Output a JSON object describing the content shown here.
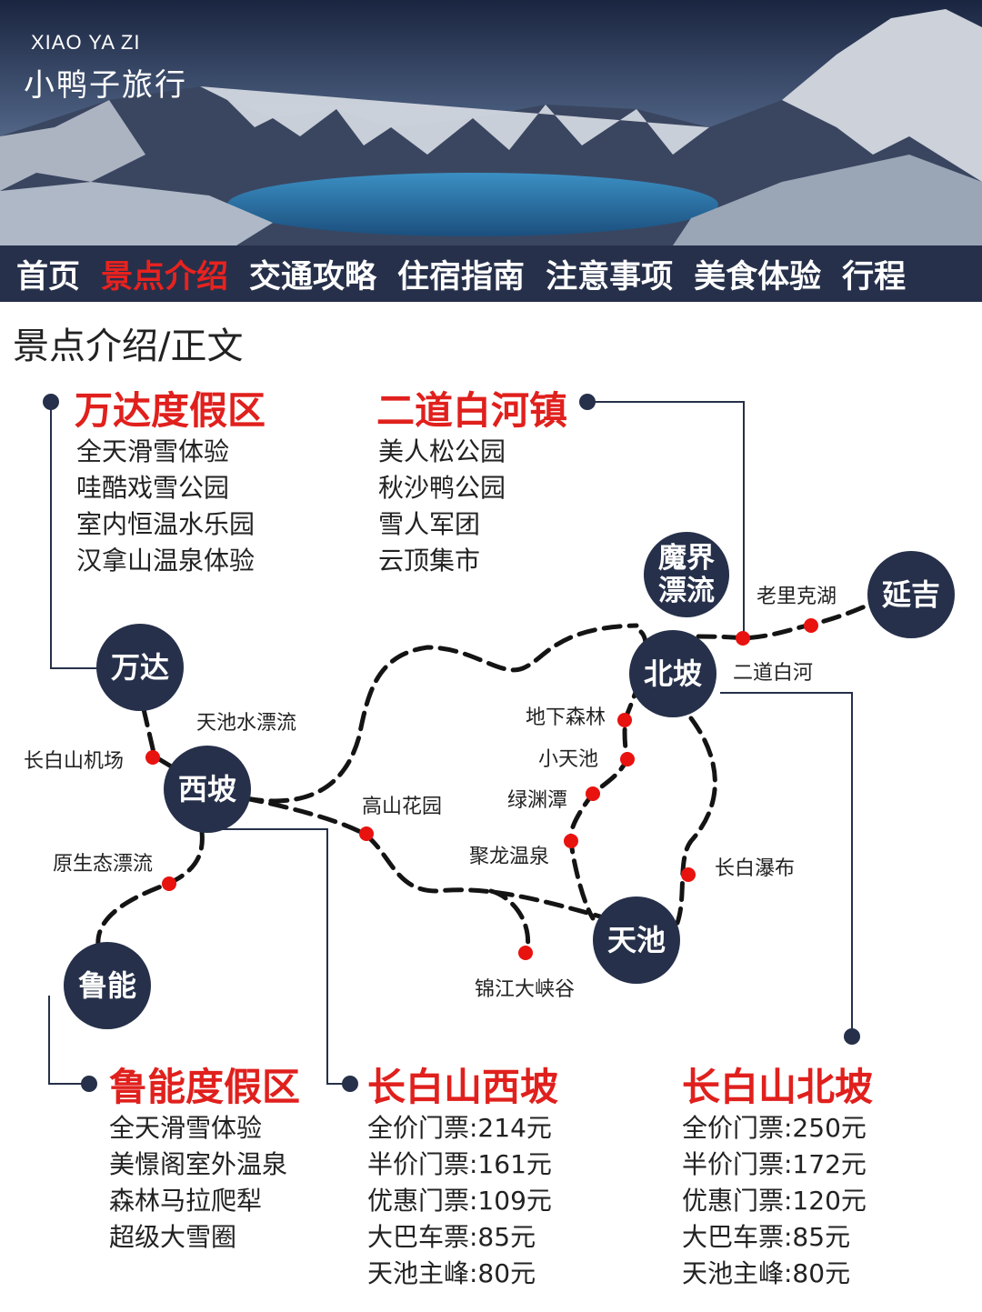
{
  "brand": {
    "en": "XIAO YA ZI",
    "cn": "小鸭子旅行"
  },
  "colors": {
    "navy": "#26304a",
    "accent": "#e0201d",
    "route_dot": "#e8120f"
  },
  "nav": [
    {
      "label": "首页",
      "active": false
    },
    {
      "label": "景点介绍",
      "active": true
    },
    {
      "label": "交通攻略",
      "active": false
    },
    {
      "label": "住宿指南",
      "active": false
    },
    {
      "label": "注意事项",
      "active": false
    },
    {
      "label": "美食体验",
      "active": false
    },
    {
      "label": "行程",
      "active": false
    }
  ],
  "section_title": "景点介绍/正文",
  "hubs": {
    "wanda": {
      "title": "万达度假区",
      "items": [
        "全天滑雪体验",
        "哇酷戏雪公园",
        "室内恒温水乐园",
        "汉拿山温泉体验"
      ]
    },
    "erdao": {
      "title": "二道白河镇",
      "items": [
        "美人松公园",
        "秋沙鸭公园",
        "雪人军团",
        "云顶集市"
      ]
    },
    "luneng": {
      "title": "鲁能度假区",
      "items": [
        "全天滑雪体验",
        "美憬阁室外温泉",
        "森林马拉爬犁",
        "超级大雪圈"
      ]
    },
    "west": {
      "title": "长白山西坡",
      "items": [
        "全价门票:214元",
        "半价门票:161元",
        "优惠门票:109元",
        "大巴车票:85元",
        "天池主峰:80元"
      ]
    },
    "north": {
      "title": "长白山北坡",
      "items": [
        "全价门票:250元",
        "半价门票:172元",
        "优惠门票:120元",
        "大巴车票:85元",
        "天池主峰:80元"
      ]
    }
  },
  "nodes": {
    "wanda": "万达",
    "xipo": "西坡",
    "luneng": "鲁能",
    "tianchi": "天池",
    "beipo": "北坡",
    "mojie": "魔界漂流",
    "yanji": "延吉"
  },
  "pois": {
    "laolike": "老里克湖",
    "erdaobaihe": "二道白河",
    "dixia": "地下森林",
    "xiaotianchi": "小天池",
    "lvyuan": "绿渊潭",
    "julong": "聚龙温泉",
    "pubu": "长白瀑布",
    "jinjiang": "锦江大峡谷",
    "gaoshan": "高山花园",
    "shuipiaoliu": "天池水漂流",
    "jichang": "长白山机场",
    "yuansheng": "原生态漂流"
  }
}
